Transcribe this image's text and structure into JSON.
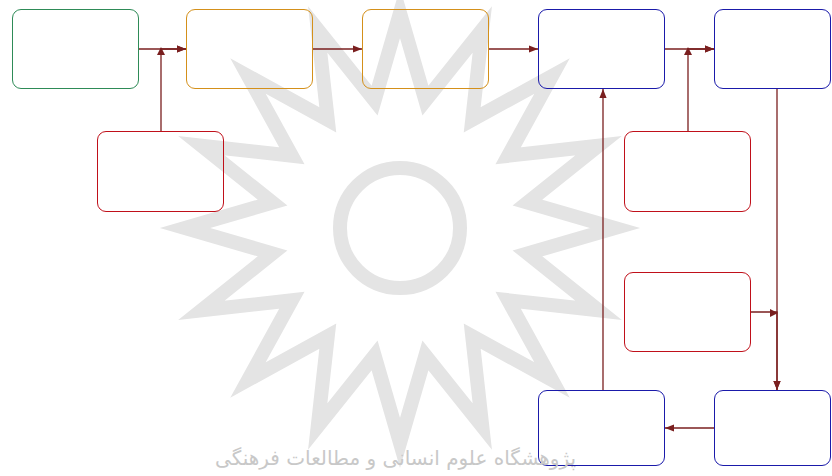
{
  "diagram": {
    "nodes": [
      {
        "text": []
      },
      {
        "text": []
      },
      {
        "text": []
      },
      {
        "text": []
      },
      {
        "text": []
      },
      {
        "text": []
      },
      {
        "text": []
      },
      {
        "text": []
      },
      {
        "text": []
      },
      {
        "text": []
      }
    ],
    "edges": [
      {
        "from": 0,
        "to": 1,
        "arrow": "to"
      },
      {
        "from": 5,
        "to": 1,
        "arrow": "to"
      },
      {
        "from": 1,
        "to": 2,
        "arrow": "to"
      },
      {
        "from": 2,
        "to": 3,
        "arrow": "to"
      },
      {
        "from": 3,
        "to": 4,
        "arrow": "to"
      },
      {
        "from": 6,
        "to": 4,
        "arrow": "to"
      },
      {
        "from": 4,
        "to": 9,
        "arrow": "to"
      },
      {
        "from": 7,
        "to": 9,
        "arrow": "to"
      },
      {
        "from": 9,
        "to": 8,
        "arrow": "to"
      },
      {
        "from": 8,
        "to": 3,
        "arrow": "to"
      }
    ],
    "labels": [
      "پژوهشگاه علوم انسانی و مطالعات فرهنگی"
    ]
  }
}
